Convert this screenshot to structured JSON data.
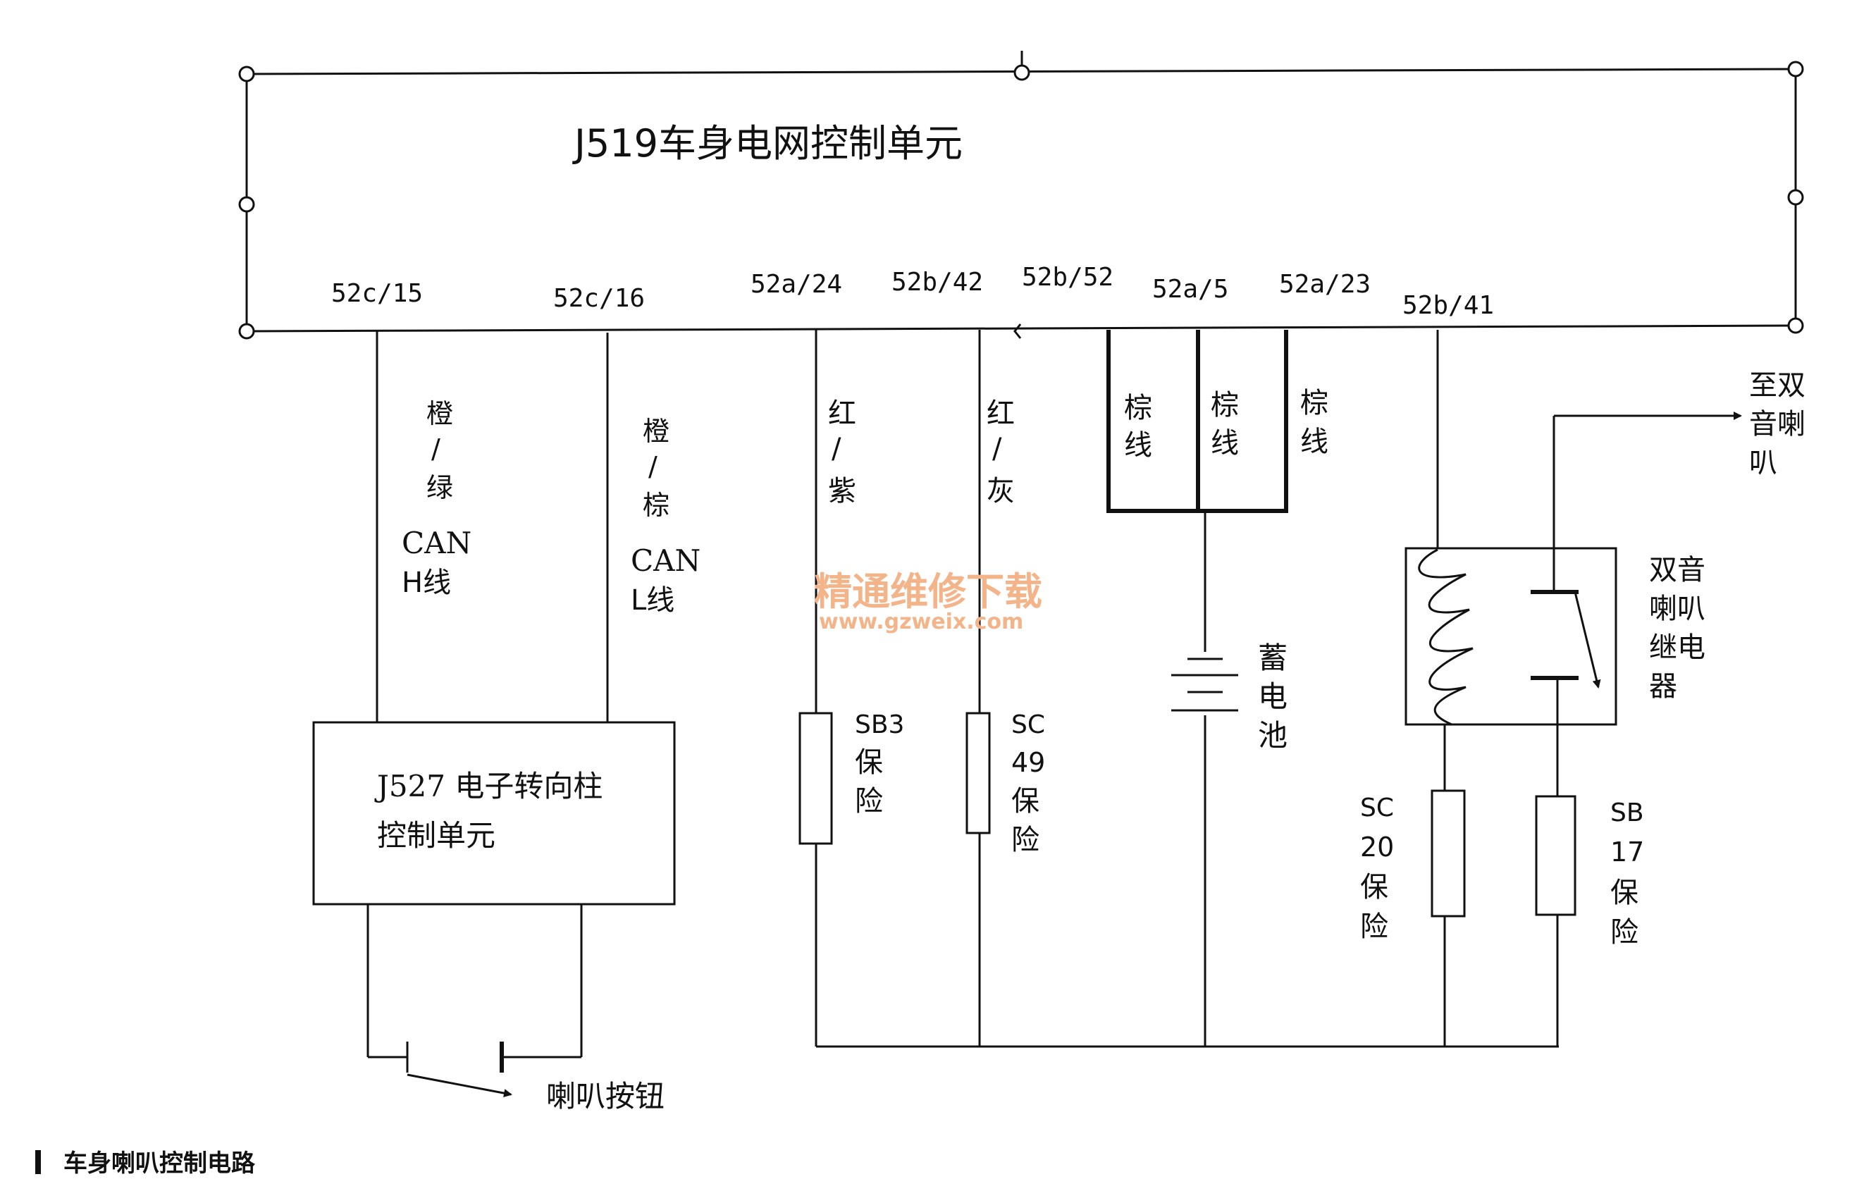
{
  "main_unit": {
    "title": "J519车身电网控制单元"
  },
  "pins": {
    "p1": "52c/15",
    "p2": "52c/16",
    "p3": "52a/24",
    "p4": "52b/42",
    "p5": "52b/52",
    "p6": "52a/5",
    "p7": "52a/23",
    "p8": "52b/41"
  },
  "wires": {
    "w1_color": [
      "橙",
      "/",
      "绿"
    ],
    "w1_label": [
      "CAN",
      "H线"
    ],
    "w2_color": [
      "橙",
      "/",
      "棕"
    ],
    "w2_label": [
      "CAN",
      "L线"
    ],
    "w3_color": [
      "红",
      "/",
      "紫"
    ],
    "w4_color": [
      "红",
      "/",
      "灰"
    ],
    "w5_color": [
      "棕",
      "线"
    ],
    "w6_color": [
      "棕",
      "线"
    ],
    "w7_color": [
      "棕",
      "线"
    ]
  },
  "steering_unit": {
    "lines": [
      "J527 电子转向柱",
      "控制单元"
    ]
  },
  "horn_button": {
    "label": "喇叭按钮"
  },
  "fuses": {
    "sb3": [
      "SB3",
      "保",
      "险"
    ],
    "sc49": [
      "SC",
      "49",
      "保",
      "险"
    ],
    "sc20": [
      "SC",
      "20",
      "保",
      "险"
    ],
    "sb17": [
      "SB",
      "17",
      "保",
      "险"
    ]
  },
  "battery": {
    "label": [
      "蓄",
      "电",
      "池"
    ]
  },
  "relay": {
    "label": [
      "双音",
      "喇叭",
      "继电",
      "器"
    ]
  },
  "output": {
    "label": [
      "至双",
      "音喇",
      "叭"
    ]
  },
  "watermark": {
    "line1": "精通维修下载",
    "line2": "www.gzweix.com",
    "color": "#f4b48a"
  },
  "caption": {
    "text": "车身喇叭控制电路"
  }
}
